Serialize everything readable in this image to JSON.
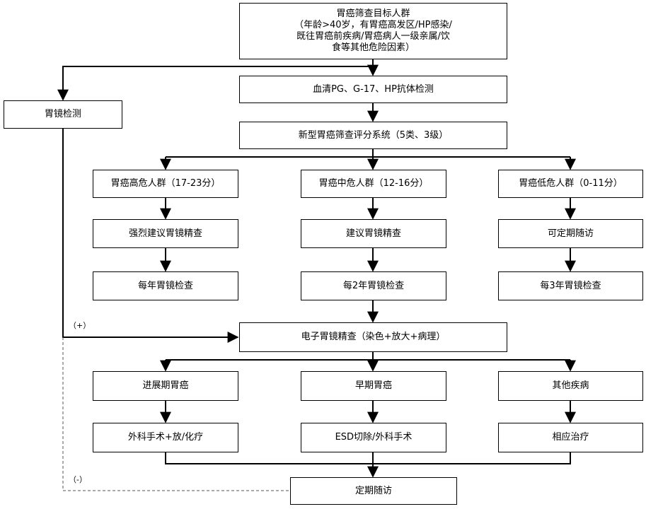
{
  "target": {
    "title": "胃癌筛查目标人群",
    "lines": [
      "（年龄>40岁，有胃癌高发区/HP感染/",
      "既往胃癌前疾病/胃癌病人一级亲属/饮",
      "食等其他危险因素）"
    ]
  },
  "serum_test": "血清PG、G-17、HP抗体检测",
  "gastroscopy_test": "胃镜检测",
  "scoring_system": "新型胃癌筛查评分系统（5类、3级）",
  "risk_groups": {
    "high": {
      "label": "胃癌高危人群（17-23分）",
      "advice": "强烈建议胃镜精查",
      "followup": "每年胃镜检查"
    },
    "medium": {
      "label": "胃癌中危人群（12-16分）",
      "advice": "建议胃镜精查",
      "followup": "每2年胃镜检查"
    },
    "low": {
      "label": "胃癌低危人群（0-11分）",
      "advice": "可定期随访",
      "followup": "每3年胃镜检查"
    }
  },
  "electronic_gastroscopy": "电子胃镜精查（染色+放大+病理）",
  "outcomes": {
    "advanced": {
      "label": "进展期胃癌",
      "treatment": "外科手术+放/化疗"
    },
    "early": {
      "label": "早期胃癌",
      "treatment": "ESD切除/外科手术"
    },
    "other": {
      "label": "其他疾病",
      "treatment": "相应治疗"
    }
  },
  "regular_followup": "定期随访",
  "edge_labels": {
    "positive": "（+）",
    "negative": "（-）"
  }
}
